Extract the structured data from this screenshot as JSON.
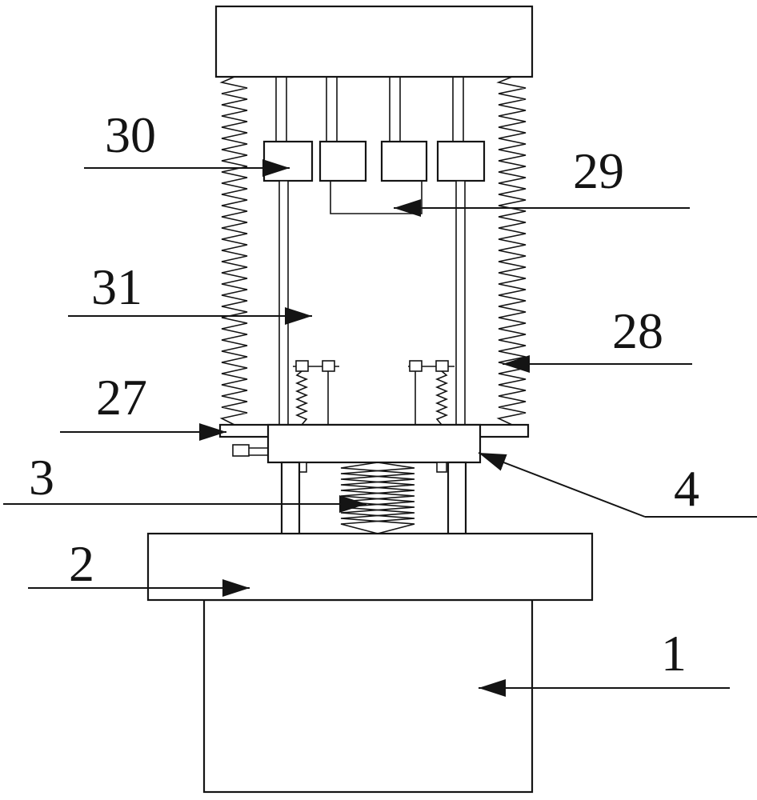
{
  "figure": {
    "background": "#ffffff",
    "line_color": "#141414",
    "labels": {
      "n30": "30",
      "n29": "29",
      "n31": "31",
      "n28": "28",
      "n27": "27",
      "n3": "3",
      "n4": "4",
      "n2": "2",
      "n1": "1"
    }
  }
}
